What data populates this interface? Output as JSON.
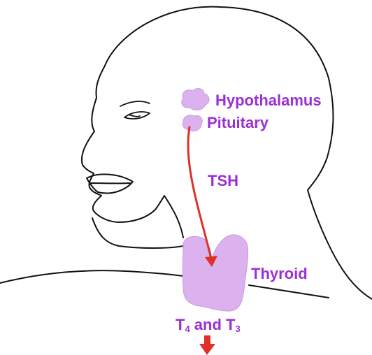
{
  "labels": {
    "hypothalamus": "Hypothalamus",
    "pituitary": "Pituitary",
    "tsh": "TSH",
    "thyroid": "Thyroid",
    "t4_prefix": "T",
    "t4_sub": "4",
    "and_text": " and ",
    "t3_prefix": "T",
    "t3_sub": "3"
  },
  "colors": {
    "outline": "#111111",
    "organ_fill": "#dcb2ee",
    "label": "#9b2fd6",
    "arrow": "#e0302a",
    "background": "#ffffff"
  }
}
